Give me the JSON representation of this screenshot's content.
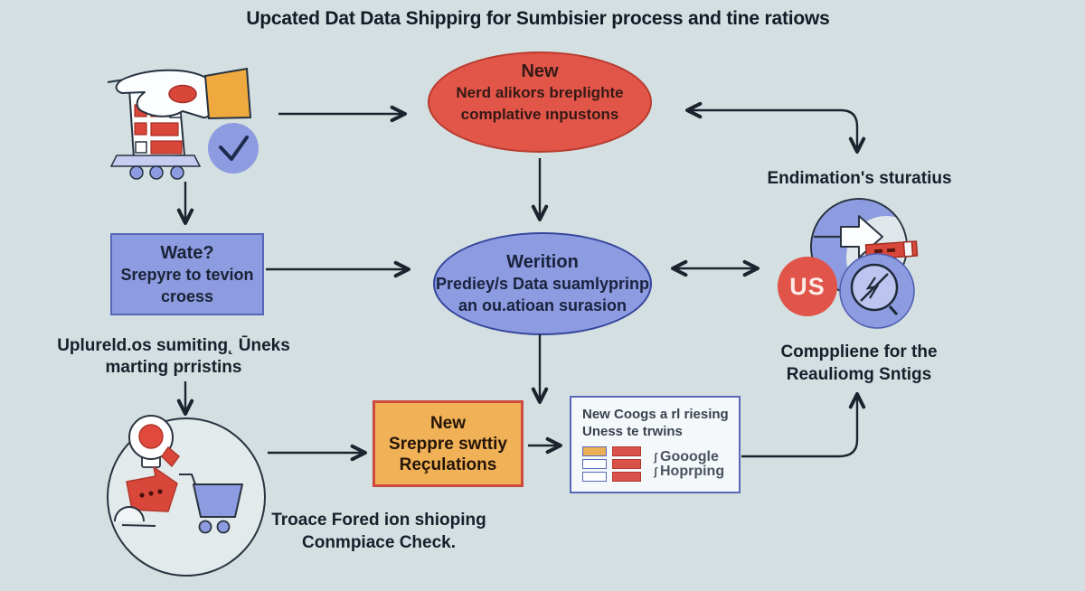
{
  "title": "Upcated Dat Data Shippirg for Sumbisier process and tine ratiows",
  "colors": {
    "background": "#d3dfe0",
    "red_shape": "#e2564a",
    "red_border": "#b83a2e",
    "blue_shape": "#8d9be1",
    "blue_border": "#36459c",
    "orange_shape": "#f1b157",
    "orange_border": "#cd4a3e",
    "white_box": "#f5f8fa",
    "arrow": "#1c232e",
    "text_dark": "#15202c"
  },
  "nodes": {
    "red_ellipse": {
      "title": "New",
      "line1": "Nerd alikors breplighte",
      "line2": "complative ınpustons"
    },
    "blue_box": {
      "title": "Wate?",
      "line1": "Srepyre to tevion",
      "line2": "croess"
    },
    "blue_ellipse": {
      "title": "Werition",
      "line1": "Prediey/s Data suamlyprinp",
      "line2": "an ou.atioan surasion"
    },
    "orange_box": {
      "title": "New",
      "line1": "Sreppre swttiy",
      "line2": "Reçulations"
    },
    "white_box": {
      "line1": "New Coogs a rl riesing",
      "line2": "Uness te trwins",
      "mark": "ʃ",
      "brand1": "Gooogle",
      "brand2": "Hoprping"
    }
  },
  "labels": {
    "us": "US",
    "endimation": "Endimation's sturatius",
    "comppliene1": "Comppliene for the",
    "comppliene2": "Reauliomg Sntigs",
    "uplureld1": "Uplureld.os sumiting˛ Ūneks",
    "uplureld2": "marting prristins",
    "troace1": "Troace Fored ion shioping",
    "troace2": "Conmpiace Check."
  },
  "icons": {
    "top_left": "hand-cart-checklist-icon",
    "check": "check-icon",
    "export": "export-arrow-icon",
    "package": "striped-package-icon",
    "restricted": "restricted-circle-icon",
    "bottom_left": "search-carts-icon"
  }
}
